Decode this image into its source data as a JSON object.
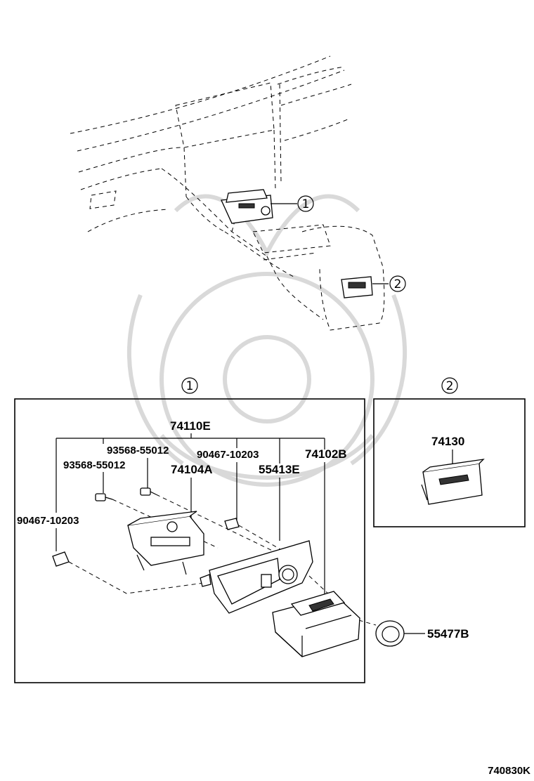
{
  "callouts": {
    "one": "1",
    "two": "2"
  },
  "parts": {
    "p74110E": "74110E",
    "p93568_a": "93568-55012",
    "p93568_b": "93568-55012",
    "p90467_a": "90467-10203",
    "p90467_b": "90467-10203",
    "p74104A": "74104A",
    "p55413E": "55413E",
    "p74102B": "74102B",
    "p74130": "74130",
    "p55477B": "55477B"
  },
  "diagram_code": "740830K"
}
